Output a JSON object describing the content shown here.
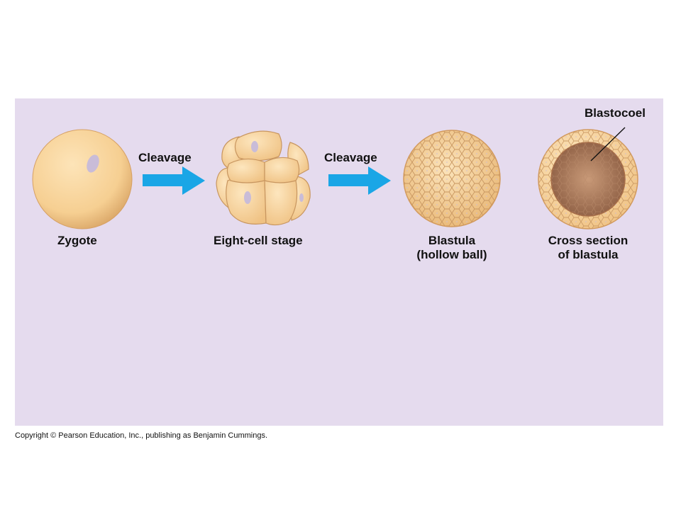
{
  "stages": [
    {
      "label": "Zygote"
    },
    {
      "label": "Eight-cell stage"
    },
    {
      "label_line1": "Blastula",
      "label_line2": "(hollow ball)"
    },
    {
      "label_line1": "Cross section",
      "label_line2": "of blastula"
    }
  ],
  "arrows": [
    {
      "label": "Cleavage"
    },
    {
      "label": "Cleavage"
    }
  ],
  "callout": {
    "label": "Blastocoel"
  },
  "copyright": "Copyright © Pearson Education, Inc., publishing as Benjamin Cummings.",
  "colors": {
    "panel_background": "#e5dbee",
    "arrow": "#1aa6e6",
    "cell_fill": "#f7d8a0",
    "cell_outline": "#c89660",
    "nucleus": "#c9bcd8"
  },
  "icons": [
    "zygote-cell-icon",
    "eight-cell-embryo-icon",
    "blastula-icon",
    "blastula-cross-section-icon",
    "right-arrow-icon"
  ]
}
